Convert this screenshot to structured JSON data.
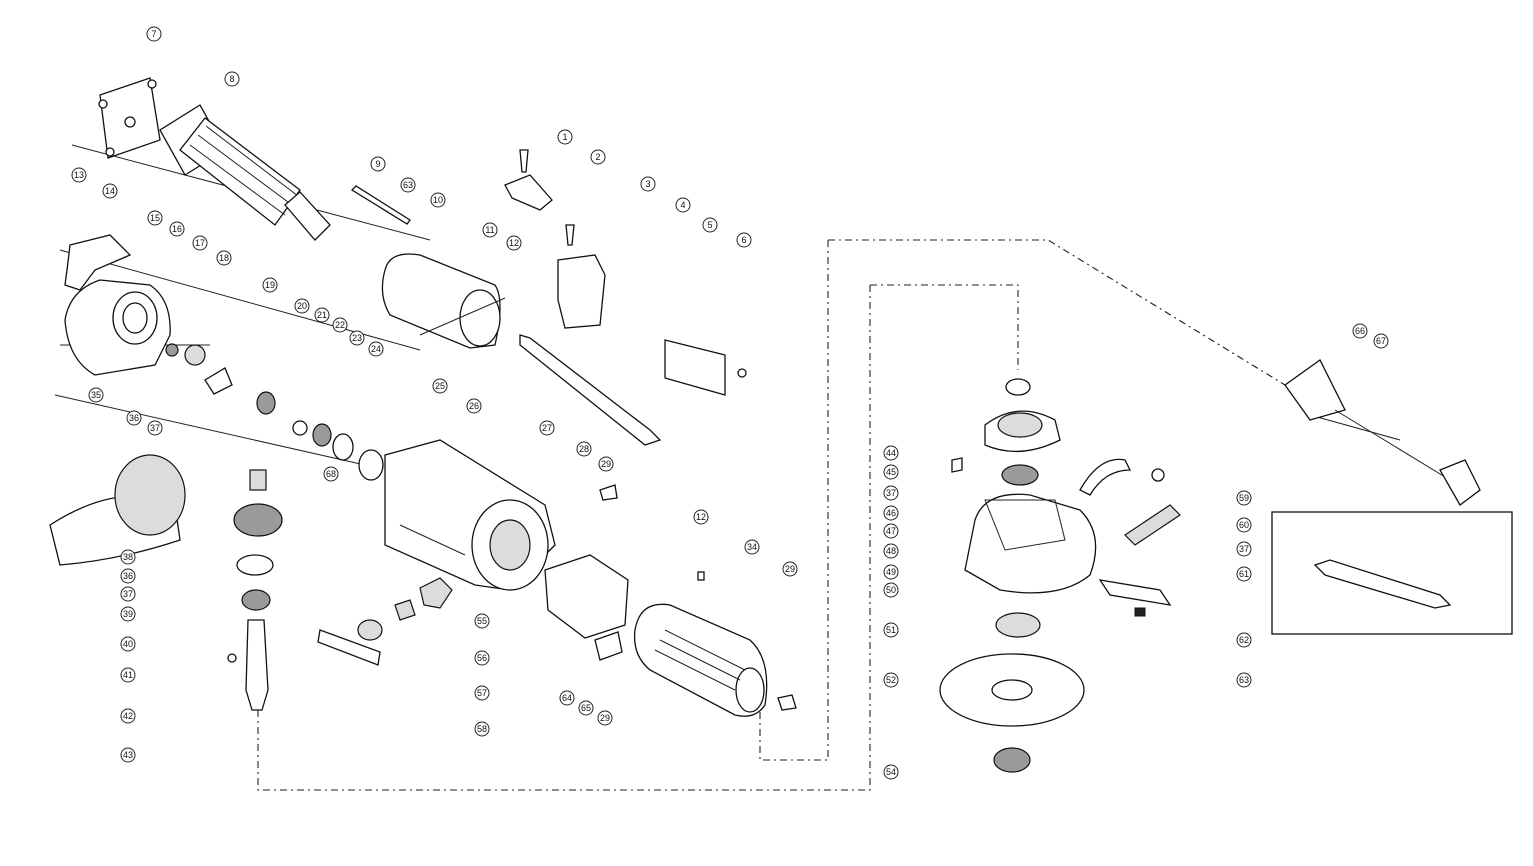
{
  "diagram": {
    "callouts": [
      "1",
      "2",
      "3",
      "4",
      "5",
      "6",
      "7",
      "8",
      "9",
      "63",
      "10",
      "11",
      "12",
      "13",
      "14",
      "15",
      "16",
      "17",
      "18",
      "19",
      "20",
      "21",
      "22",
      "23",
      "24",
      "25",
      "26",
      "27",
      "28",
      "29",
      "35",
      "36",
      "37",
      "68",
      "38",
      "36",
      "37",
      "39",
      "40",
      "41",
      "42",
      "43",
      "55",
      "56",
      "57",
      "58",
      "12",
      "34",
      "29",
      "64",
      "65",
      "29",
      "44",
      "45",
      "37",
      "46",
      "47",
      "48",
      "49",
      "50",
      "51",
      "52",
      "54",
      "59",
      "60",
      "37",
      "61",
      "62",
      "63",
      "66",
      "67"
    ]
  }
}
